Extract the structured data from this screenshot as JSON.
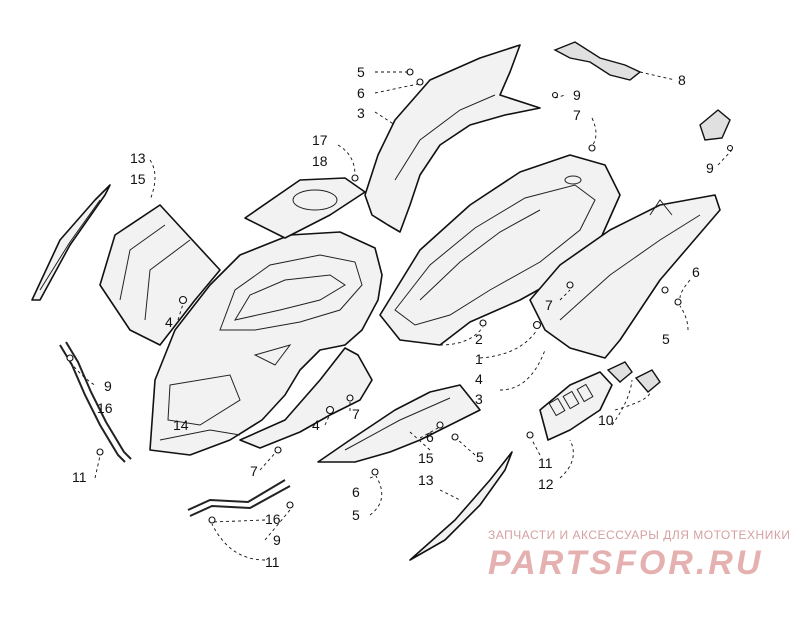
{
  "diagram": {
    "callouts": [
      {
        "label": "5"
      },
      {
        "label": "6"
      },
      {
        "label": "3"
      },
      {
        "label": "8"
      },
      {
        "label": "9"
      },
      {
        "label": "7"
      },
      {
        "label": "9"
      },
      {
        "label": "17"
      },
      {
        "label": "18"
      },
      {
        "label": "13"
      },
      {
        "label": "15"
      },
      {
        "label": "4"
      },
      {
        "label": "14"
      },
      {
        "label": "9"
      },
      {
        "label": "16"
      },
      {
        "label": "11"
      },
      {
        "label": "7"
      },
      {
        "label": "4"
      },
      {
        "label": "7"
      },
      {
        "label": "2"
      },
      {
        "label": "1"
      },
      {
        "label": "4"
      },
      {
        "label": "3"
      },
      {
        "label": "7"
      },
      {
        "label": "6"
      },
      {
        "label": "5"
      },
      {
        "label": "6"
      },
      {
        "label": "5"
      },
      {
        "label": "15"
      },
      {
        "label": "6"
      },
      {
        "label": "5"
      },
      {
        "label": "13"
      },
      {
        "label": "16"
      },
      {
        "label": "9"
      },
      {
        "label": "11"
      },
      {
        "label": "10"
      },
      {
        "label": "11"
      },
      {
        "label": "12"
      }
    ]
  },
  "watermark": {
    "tagline": "ЗАПЧАСТИ И АКСЕССУАРЫ ДЛЯ МОТОТЕХНИКИ",
    "logo": "PARTSFOR.RU"
  }
}
